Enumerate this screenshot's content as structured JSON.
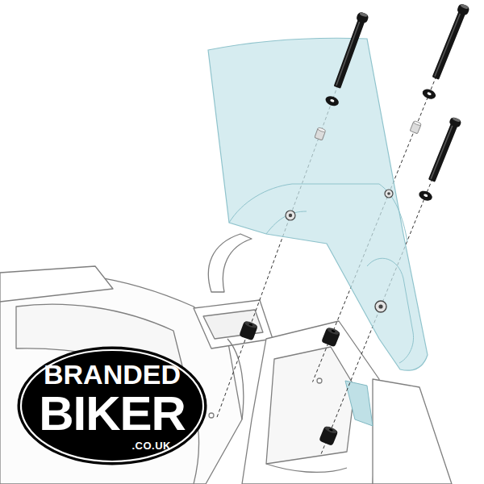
{
  "diagram": {
    "nodes": [
      {
        "text": [
          "BRANDED",
          "BIKER",
          ".CO.UK"
        ]
      }
    ]
  }
}
